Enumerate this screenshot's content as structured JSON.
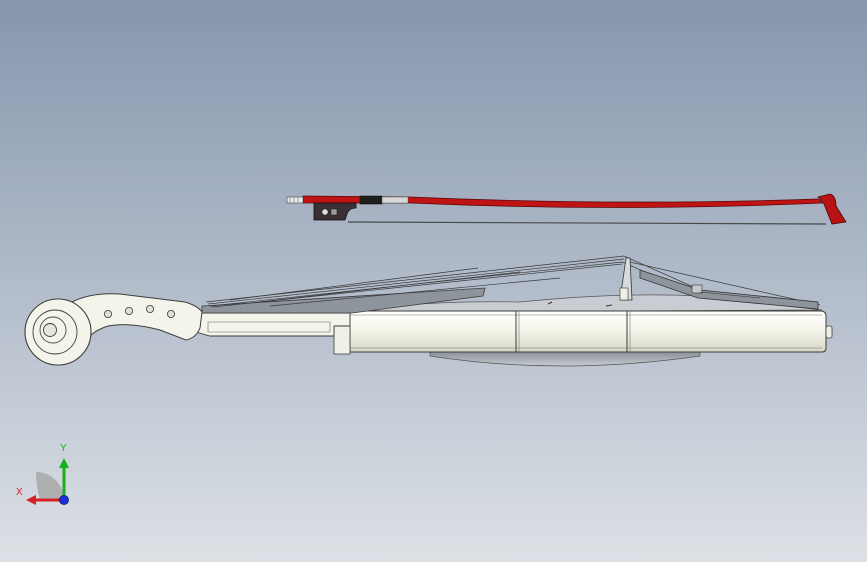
{
  "viewport": {
    "background_top": "#8596ad",
    "background_bottom": "#dde1e6"
  },
  "model": {
    "parts": [
      "violin-body",
      "neck",
      "scroll",
      "fingerboard",
      "strings",
      "bridge",
      "tailpiece",
      "bow"
    ]
  },
  "colors": {
    "bow_stick": "#c01414",
    "frog": "#3a3035",
    "body_fill": "#f4f4ea",
    "edge": "#3c3c3c"
  },
  "triad": {
    "x_label": "X",
    "y_label": "Y",
    "x_color": "#d42020",
    "y_color": "#18b018",
    "z_color": "#1c2fd8"
  }
}
